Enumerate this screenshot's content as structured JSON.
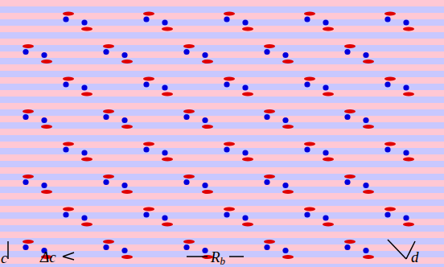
{
  "diagram": {
    "labels": [
      "c",
      "Δc",
      "R",
      "b",
      "d"
    ]
  }
}
